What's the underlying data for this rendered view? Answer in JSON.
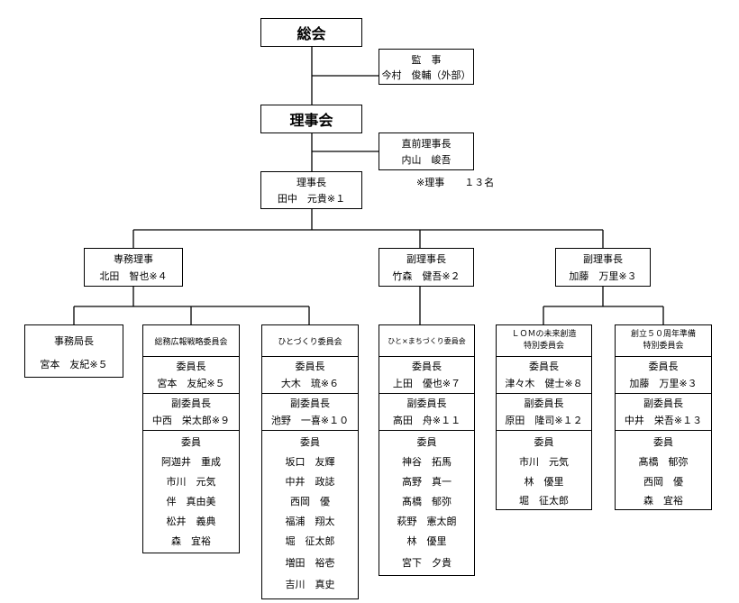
{
  "soukai": "総会",
  "auditor": {
    "title": "監　事",
    "name": "今村　俊輔（外部）"
  },
  "rijikai": "理事会",
  "past_president": {
    "title": "直前理事長",
    "name": "内山　峻吾"
  },
  "note": "※理事　　１３名",
  "president": {
    "title": "理事長",
    "name": "田中　元貴※１"
  },
  "vp_left": {
    "title": "専務理事",
    "name": "北田　智也※４"
  },
  "vp_mid": {
    "title": "副理事長",
    "name": "竹森　健吾※２"
  },
  "vp_right": {
    "title": "副理事長",
    "name": "加藤　万里※３"
  },
  "secretariat": {
    "title": "事務局長",
    "name": "宮本　友紀※５"
  },
  "committees": [
    {
      "name": "総務広報戦略委員会",
      "chair_label": "委員長",
      "chair": "宮本　友紀※５",
      "vice_label": "副委員長",
      "vice": "中西　栄太郎※９",
      "members_label": "委員",
      "members": [
        "阿迦井　重成",
        "市川　元気",
        "伴　真由美",
        "松井　義典",
        "森　宜裕"
      ]
    },
    {
      "name": "ひとづくり委員会",
      "chair_label": "委員長",
      "chair": "大木　琉※６",
      "vice_label": "副委員長",
      "vice": "池野　一喜※１０",
      "members_label": "委員",
      "members": [
        "坂口　友輝",
        "中井　政誌",
        "西岡　優",
        "福浦　翔太",
        "堀　征太郎",
        "増田　裕壱",
        "吉川　真史"
      ]
    },
    {
      "name": "ひと×まちづくり委員会",
      "chair_label": "委員長",
      "chair": "上田　優也※７",
      "vice_label": "副委員長",
      "vice": "高田　舟※１１",
      "members_label": "委員",
      "members": [
        "神谷　拓馬",
        "高野　真一",
        "髙橋　郁弥",
        "萩野　憲太朗",
        "林　優里",
        "宮下　夕貴"
      ]
    },
    {
      "name_line1": "ＬＯＭの未来創造",
      "name_line2": "特別委員会",
      "chair_label": "委員長",
      "chair": "津々木　健士※８",
      "vice_label": "副委員長",
      "vice": "原田　隆司※１２",
      "members_label": "委員",
      "members": [
        "市川　元気",
        "林　優里",
        "堀　征太郎"
      ]
    },
    {
      "name_line1": "創立５０周年準備",
      "name_line2": "特別委員会",
      "chair_label": "委員長",
      "chair": "加藤　万里※３",
      "vice_label": "副委員長",
      "vice": "中井　栄吾※１３",
      "members_label": "委員",
      "members": [
        "髙橋　郁弥",
        "西岡　優",
        "森　宜裕"
      ]
    }
  ]
}
